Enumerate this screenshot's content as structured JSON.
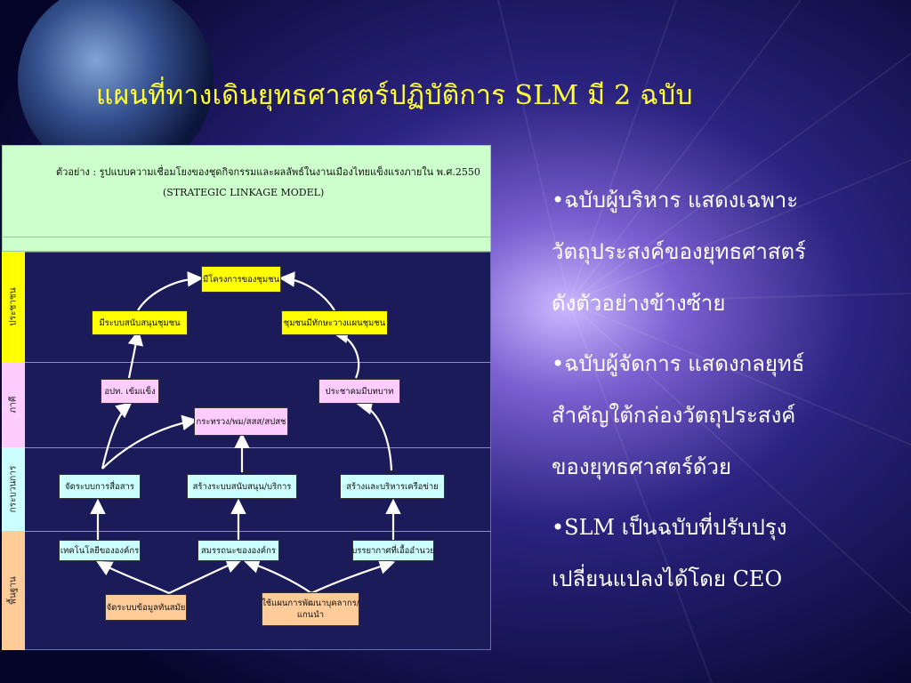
{
  "slide": {
    "title": "แผนที่ทางเดินยุทธศาสตร์ปฏิบัติการ  SLM  มี 2 ฉบับ"
  },
  "diagram": {
    "header_line1": "ตัวอย่าง : รูปแบบความเชื่อมโยงของชุดกิจกรรมและผลลัพธ์ในงานเมืองไทยแข็งแรงภายใน พ.ศ.2550",
    "header_line2": "(STRATEGIC LINKAGE MODEL)",
    "bands": [
      {
        "label": "ประชาชน",
        "color": "#ffff00"
      },
      {
        "label": "ภาคี",
        "color": "#ffccff"
      },
      {
        "label": "กระบวนการ",
        "color": "#ccffff"
      },
      {
        "label": "พื้นฐาน",
        "color": "#ffcc99"
      }
    ],
    "nodes": {
      "n1": "มีโครงการของชุมชน",
      "n2": "มีระบบสนับสนุนชุมชน",
      "n3": "ชุมชนมีทักษะวางแผนชุมชน",
      "n4": "อปท. เข้มแข็ง",
      "n5": "ประชาคมมีบทบาท",
      "n6": "กระทรวง/พม/สสส/สปสช",
      "n7": "จัดระบบการสื่อสาร",
      "n8": "สร้างระบบสนับสนุน/บริการ",
      "n9": "สร้างและบริหารเครือข่าย",
      "n10": "เทคโนโลยีขององค์กร",
      "n11": "สมรรถนะขององค์กร",
      "n12": "บรรยากาศที่เอื้ออำนวย",
      "n13": "จัดระบบข้อมูลทันสมัย",
      "n14a": "ใช้แผนการพัฒนาบุคลากร/",
      "n14b": "แกนนำ"
    }
  },
  "bullets": [
    {
      "line1": "•ฉบับผู้บริหาร แสดงเฉพาะ",
      "line2": "วัตถุประสงค์ของยุทธศาสตร์",
      "line3": "ดังตัวอย่างข้างซ้าย"
    },
    {
      "line1": "•ฉบับผู้จัดการ แสดงกลยุทธ์",
      "line2": "สำคัญใต้กล่องวัตถุประสงค์",
      "line3": "ของยุทธศาสตร์ด้วย"
    },
    {
      "line1": "•SLM เป็นฉบับที่ปรับปรุง",
      "line2": "เปลี่ยนแปลงได้โดย CEO"
    }
  ],
  "colors": {
    "background": "#0a0a3a",
    "title": "#ffff33",
    "bullet_text": "#ffffff",
    "diagram_canvas": "#1b1b5a",
    "header": "#ccffcc"
  }
}
